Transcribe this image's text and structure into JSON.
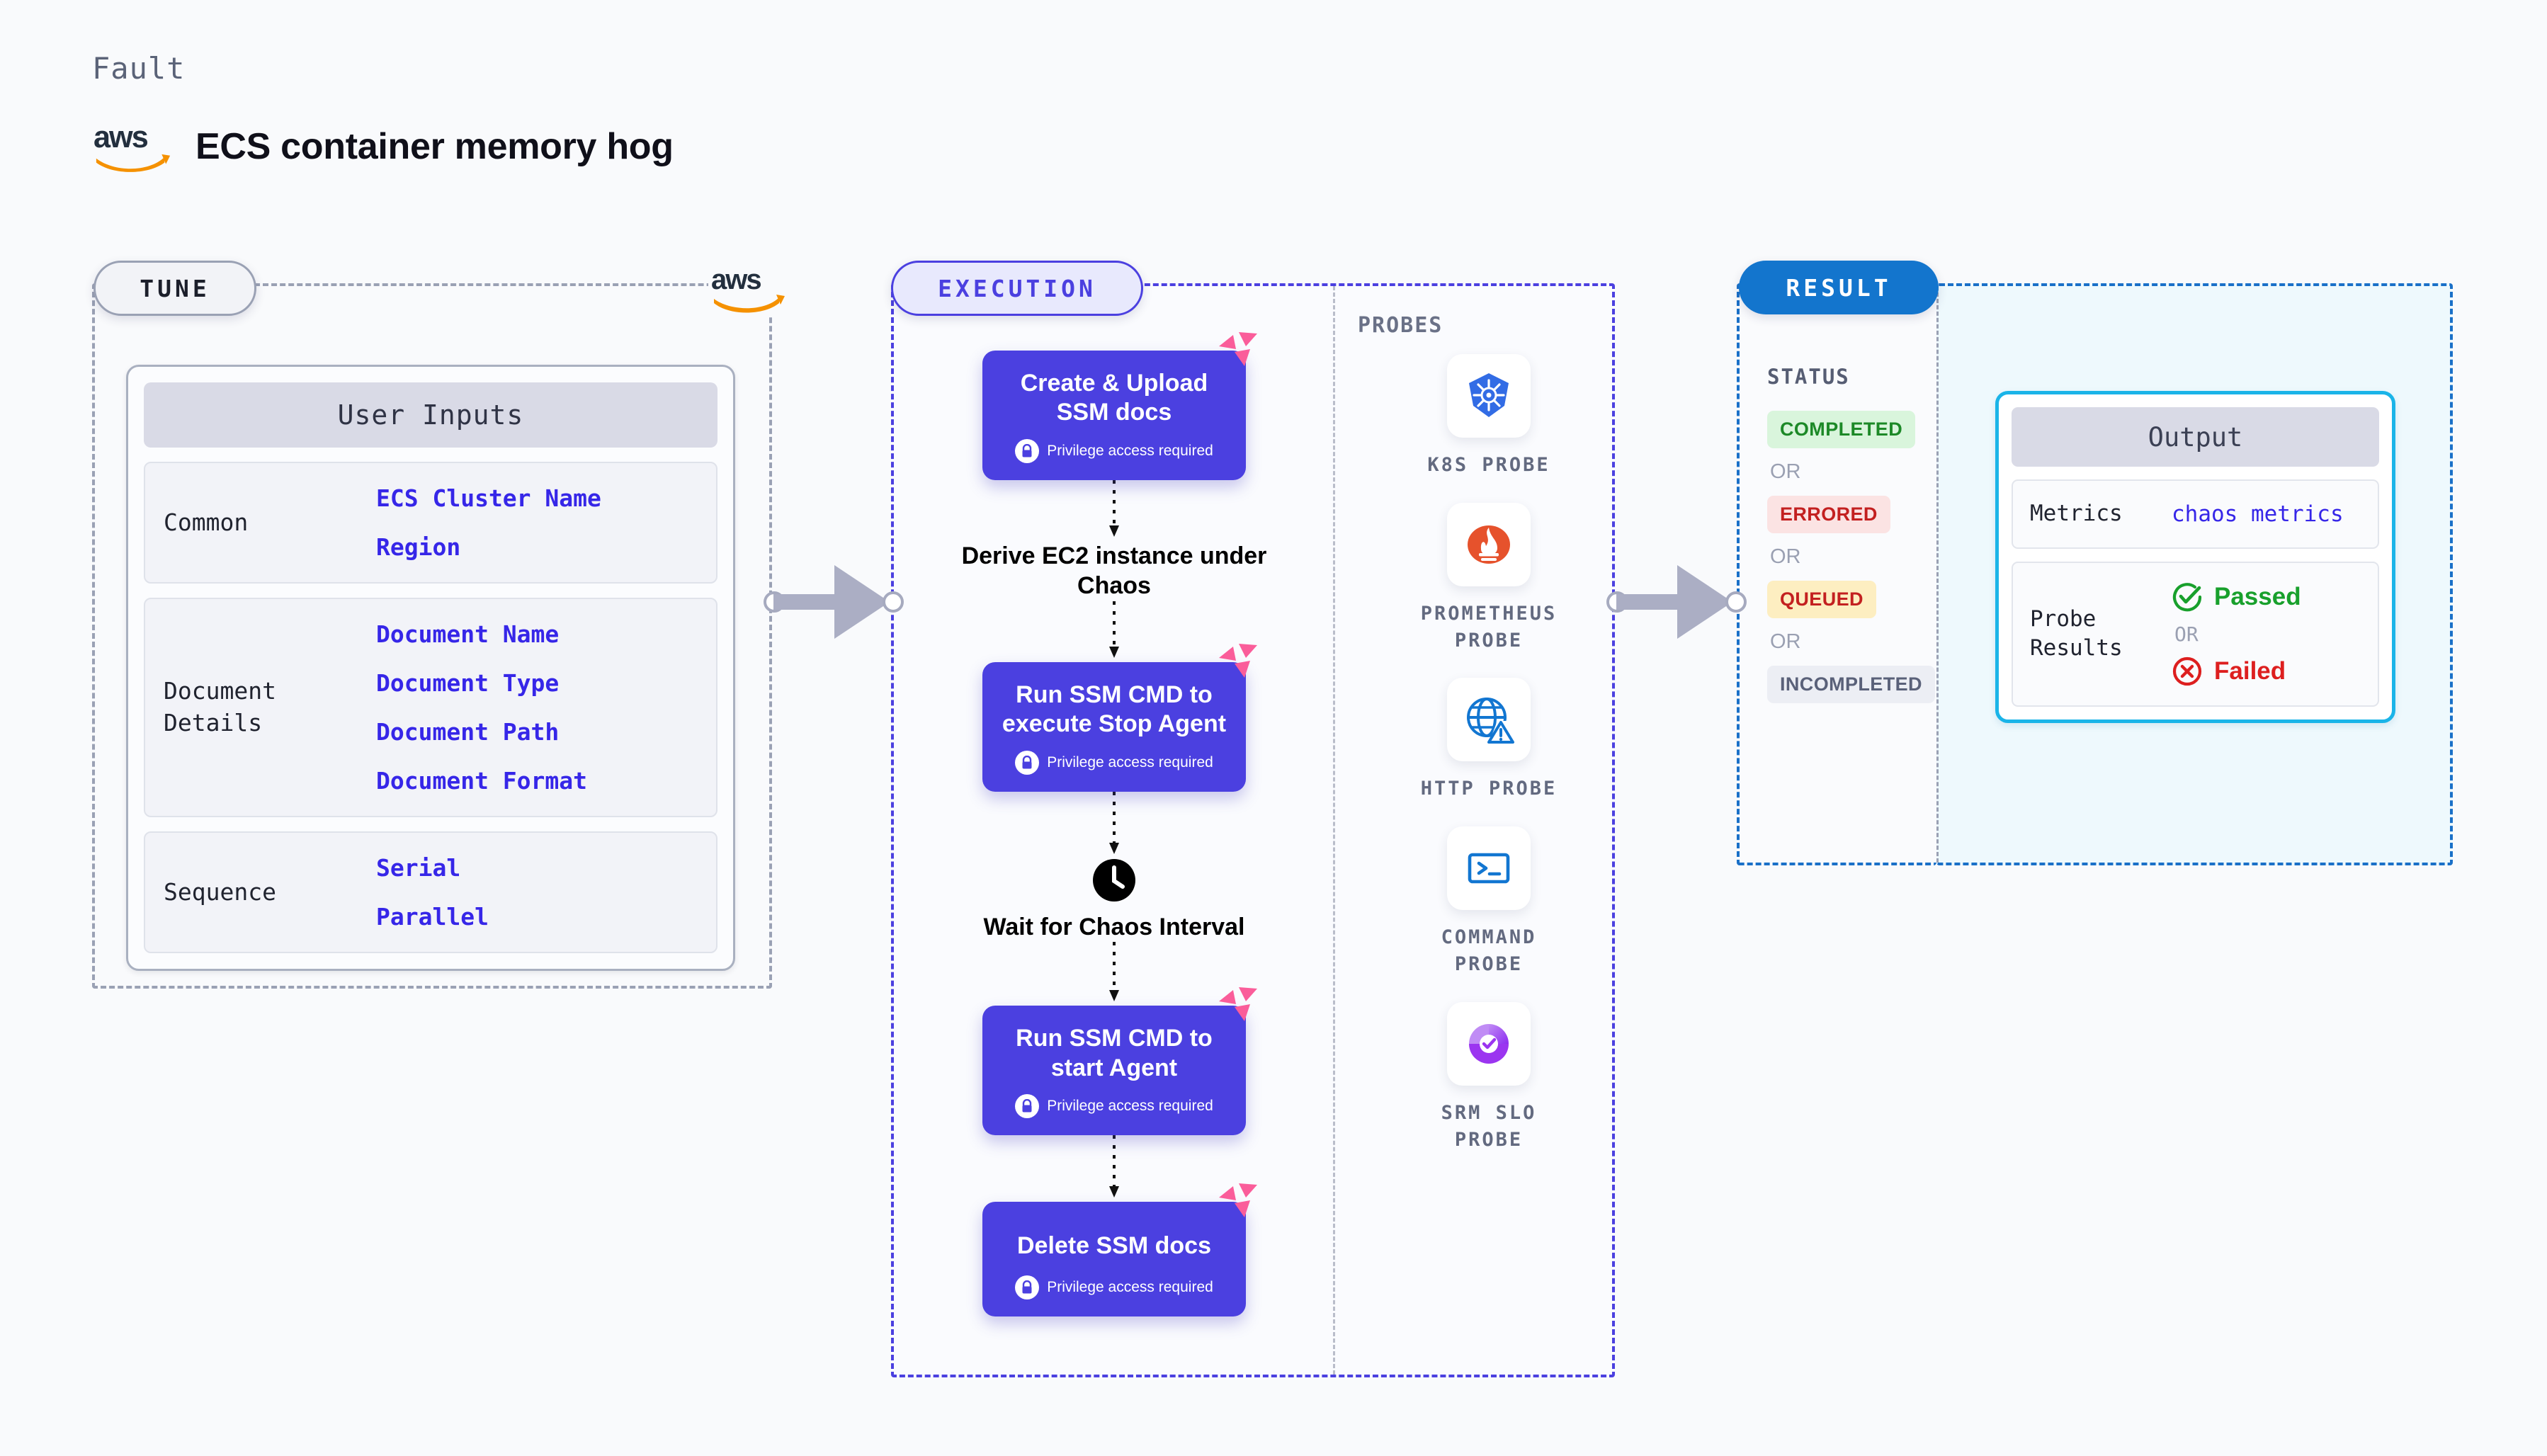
{
  "header": {
    "kicker": "Fault",
    "title": "ECS container memory hog",
    "logo_icon": "aws-logo"
  },
  "tune": {
    "badge": "TUNE",
    "watermark_icon": "aws-logo",
    "card_title": "User Inputs",
    "sections": [
      {
        "label": "Common",
        "values": [
          "ECS Cluster Name",
          "Region"
        ]
      },
      {
        "label": "Document\nDetails",
        "values": [
          "Document Name",
          "Document Type",
          "Document Path",
          "Document Format"
        ]
      },
      {
        "label": "Sequence",
        "values": [
          "Serial",
          "Parallel"
        ]
      }
    ]
  },
  "execution": {
    "badge": "EXECUTION",
    "privilege_note": "Privilege access required",
    "steps": [
      {
        "type": "task",
        "title": "Create & Upload SSM docs",
        "privileged": true,
        "badge_icon": "litmus-logo-badge"
      },
      {
        "type": "plain",
        "title": "Derive EC2 instance under Chaos",
        "icon": null
      },
      {
        "type": "task",
        "title": "Run SSM CMD to execute Stop Agent",
        "privileged": true,
        "badge_icon": "litmus-logo-badge"
      },
      {
        "type": "plain",
        "title": "Wait for Chaos Interval",
        "icon": "clock-icon"
      },
      {
        "type": "task",
        "title": "Run SSM CMD to start Agent",
        "privileged": true,
        "badge_icon": "litmus-logo-badge"
      },
      {
        "type": "task",
        "title": "Delete SSM docs",
        "privileged": true,
        "badge_icon": "litmus-logo-badge"
      }
    ]
  },
  "probes": {
    "label": "PROBES",
    "items": [
      {
        "name": "K8S PROBE",
        "icon": "kubernetes-icon"
      },
      {
        "name": "PROMETHEUS PROBE",
        "icon": "prometheus-icon"
      },
      {
        "name": "HTTP PROBE",
        "icon": "http-globe-warning-icon"
      },
      {
        "name": "COMMAND PROBE",
        "icon": "terminal-icon"
      },
      {
        "name": "SRM SLO PROBE",
        "icon": "srm-slo-icon"
      }
    ]
  },
  "result": {
    "badge": "RESULT",
    "status_label": "STATUS",
    "or_label": "OR",
    "statuses": [
      {
        "label": "COMPLETED",
        "color": "#1c8927",
        "bg": "#d9f5dc"
      },
      {
        "label": "ERRORED",
        "color": "#c32020",
        "bg": "#fbe3e3"
      },
      {
        "label": "QUEUED",
        "color": "#c32020",
        "bg": "#fdeec1"
      },
      {
        "label": "INCOMPLETED",
        "color": "#5a6179",
        "bg": "#eceef4"
      }
    ],
    "output": {
      "title": "Output",
      "metrics_label": "Metrics",
      "metrics_value": "chaos metrics",
      "probe_results_label": "Probe\nResults",
      "passed_label": "Passed",
      "failed_label": "Failed",
      "or_label": "OR",
      "passed_icon": "check-circle-icon",
      "failed_icon": "x-circle-icon"
    }
  },
  "colors": {
    "accent_purple": "#4b40e0",
    "accent_blue": "#1375cd",
    "accent_cyan": "#1ab4e8",
    "pink_badge": "#fa5d9a",
    "aws_orange": "#f59100",
    "gray_border": "#9aa1b4"
  }
}
